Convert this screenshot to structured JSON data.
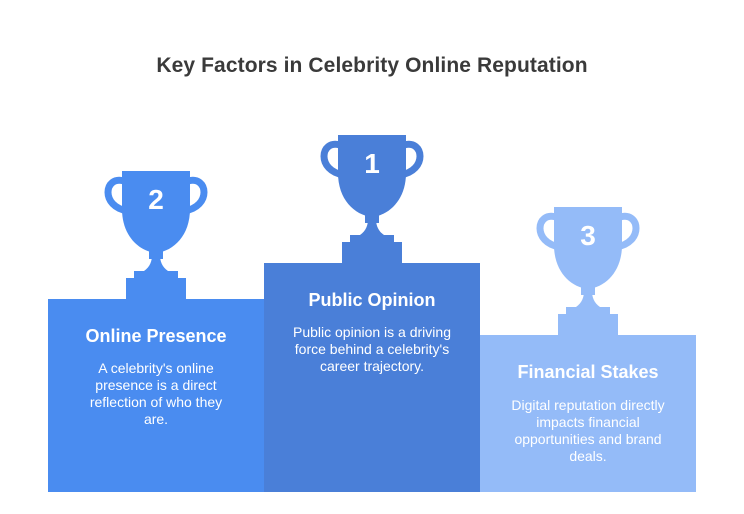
{
  "title": "Key Factors in Celebrity Online Reputation",
  "places": [
    {
      "rank": "2",
      "heading": "Online Presence",
      "text": "A celebrity's online presence is a direct reflection of who they are.",
      "color": "#4a8cf0"
    },
    {
      "rank": "1",
      "heading": "Public Opinion",
      "text": "Public opinion is a driving force behind a celebrity's career trajectory.",
      "color": "#4a7fd8"
    },
    {
      "rank": "3",
      "heading": "Financial Stakes",
      "text": "Digital reputation directly impacts financial opportunities and brand deals.",
      "color": "#94bbf8"
    }
  ]
}
